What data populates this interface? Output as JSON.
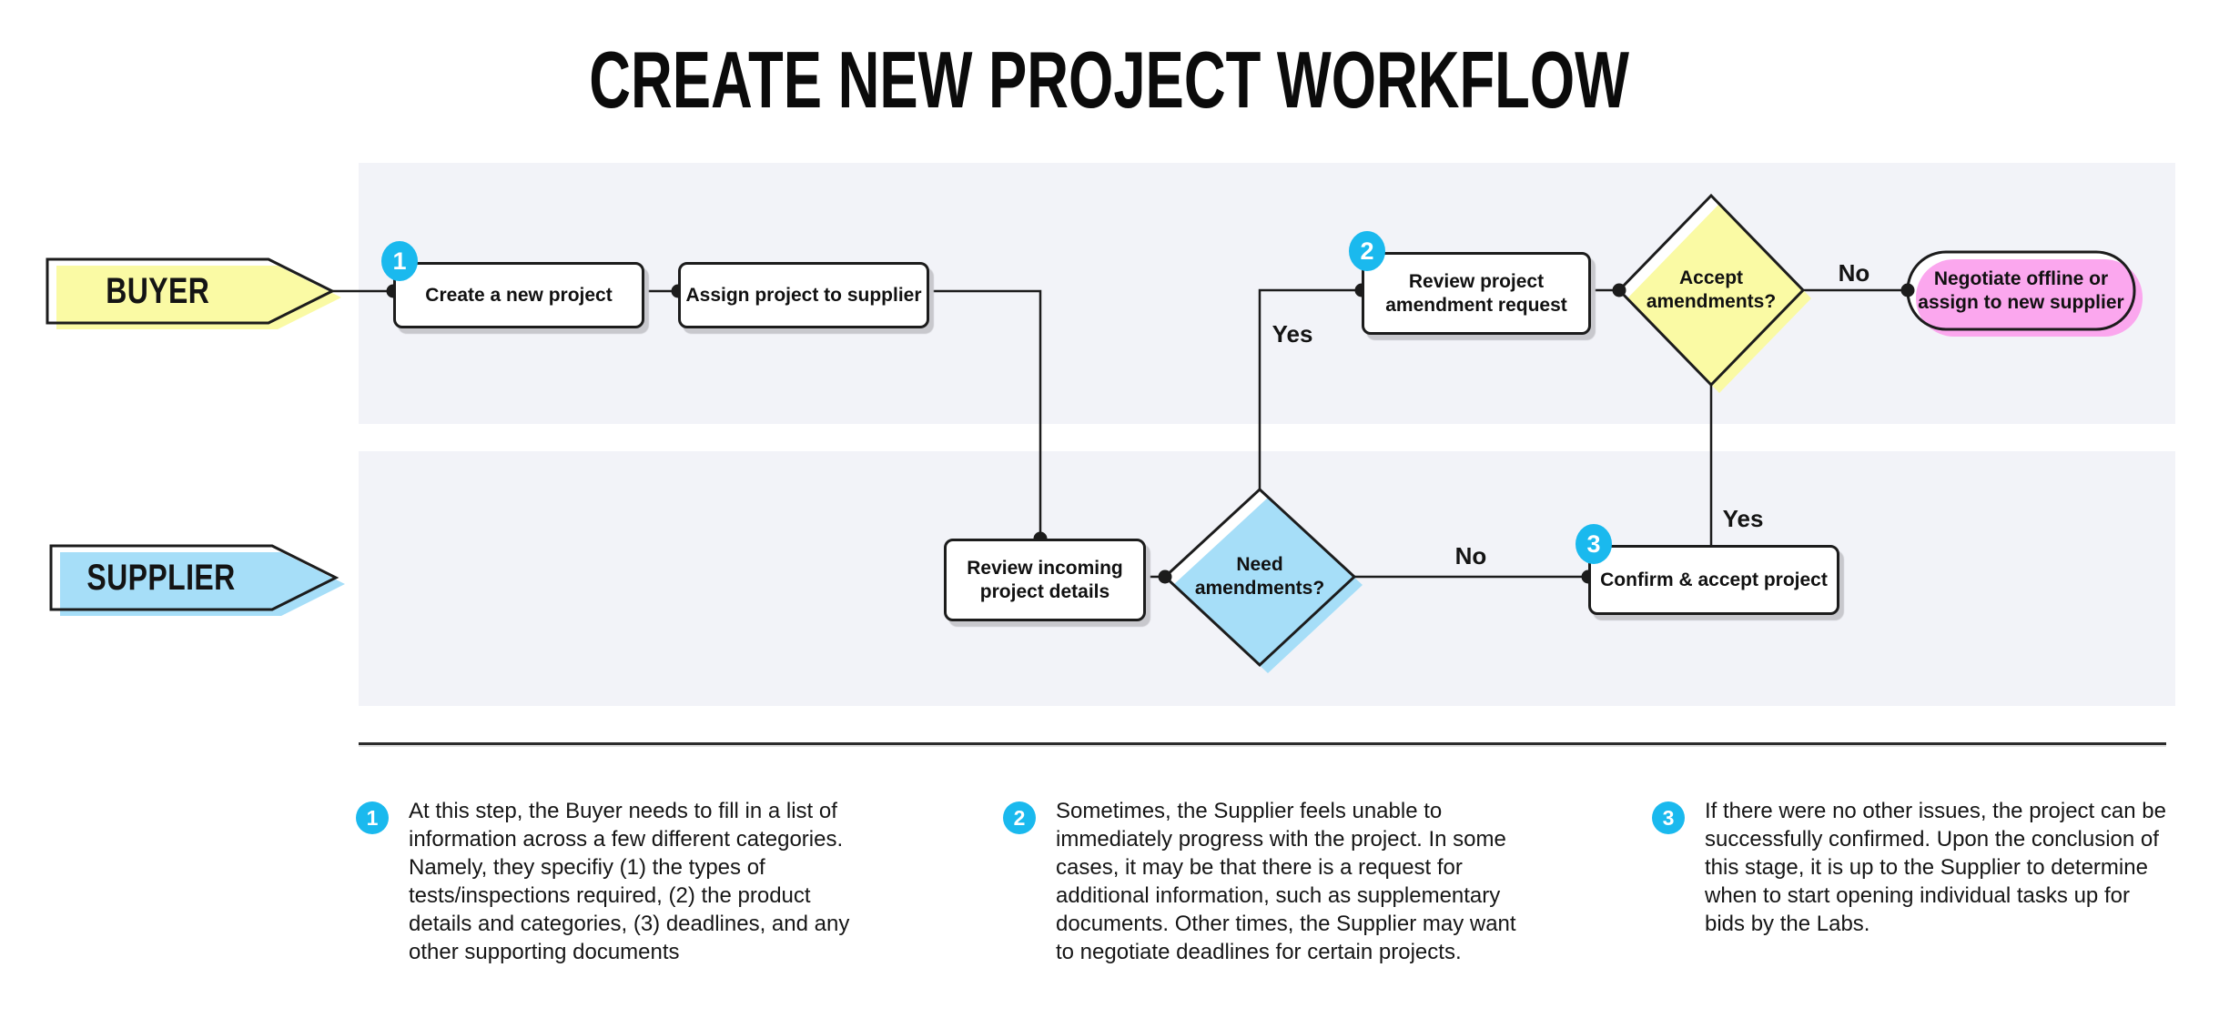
{
  "title": "CREATE NEW PROJECT WORKFLOW",
  "lanes": {
    "buyer": {
      "label": "BUYER"
    },
    "supplier": {
      "label": "SUPPLIER"
    }
  },
  "nodes": {
    "create": {
      "badge": "1",
      "label": "Create a new project"
    },
    "assign": {
      "label": "Assign project to supplier"
    },
    "review_amendment": {
      "badge": "2",
      "label": "Review project amendment request"
    },
    "accept_amendments": {
      "label": "Accept amendments?"
    },
    "negotiate": {
      "label": "Negotiate offline or assign to new supplier"
    },
    "review_incoming": {
      "label": "Review incoming project details"
    },
    "need_amendments": {
      "label": "Need amendments?"
    },
    "confirm": {
      "badge": "3",
      "label": "Confirm & accept project"
    }
  },
  "edge_labels": {
    "need_yes": "Yes",
    "need_no": "No",
    "accept_yes": "Yes",
    "accept_no": "No"
  },
  "footnotes": [
    {
      "num": "1",
      "text": "At this step, the Buyer needs to fill in a list of\ninformation across a few different categories.\nNamely, they specifiy (1) the types of\ntests/inspections required, (2) the product\ndetails and categories, (3) deadlines, and any\nother supporting documents"
    },
    {
      "num": "2",
      "text": "Sometimes, the Supplier feels unable to\nimmediately progress with the project. In some\ncases, it may be that there is a request for\nadditional information, such as supplementary\ndocuments. Other times, the Supplier may want\nto negotiate deadlines for certain projects."
    },
    {
      "num": "3",
      "text": "If there were no other issues, the project can be\nsuccessfully confirmed. Upon the conclusion of\nthis stage, it is up to the Supplier to determine\nwhen to start opening individual tasks up for\nbids by the Labs."
    }
  ],
  "colors": {
    "badge": "#1ab9ee",
    "lane_bg": "#f2f3f8",
    "yellow": "#fafaa4",
    "blue": "#a6def8",
    "pink": "#fba7ee",
    "line": "#1c1c1c"
  }
}
